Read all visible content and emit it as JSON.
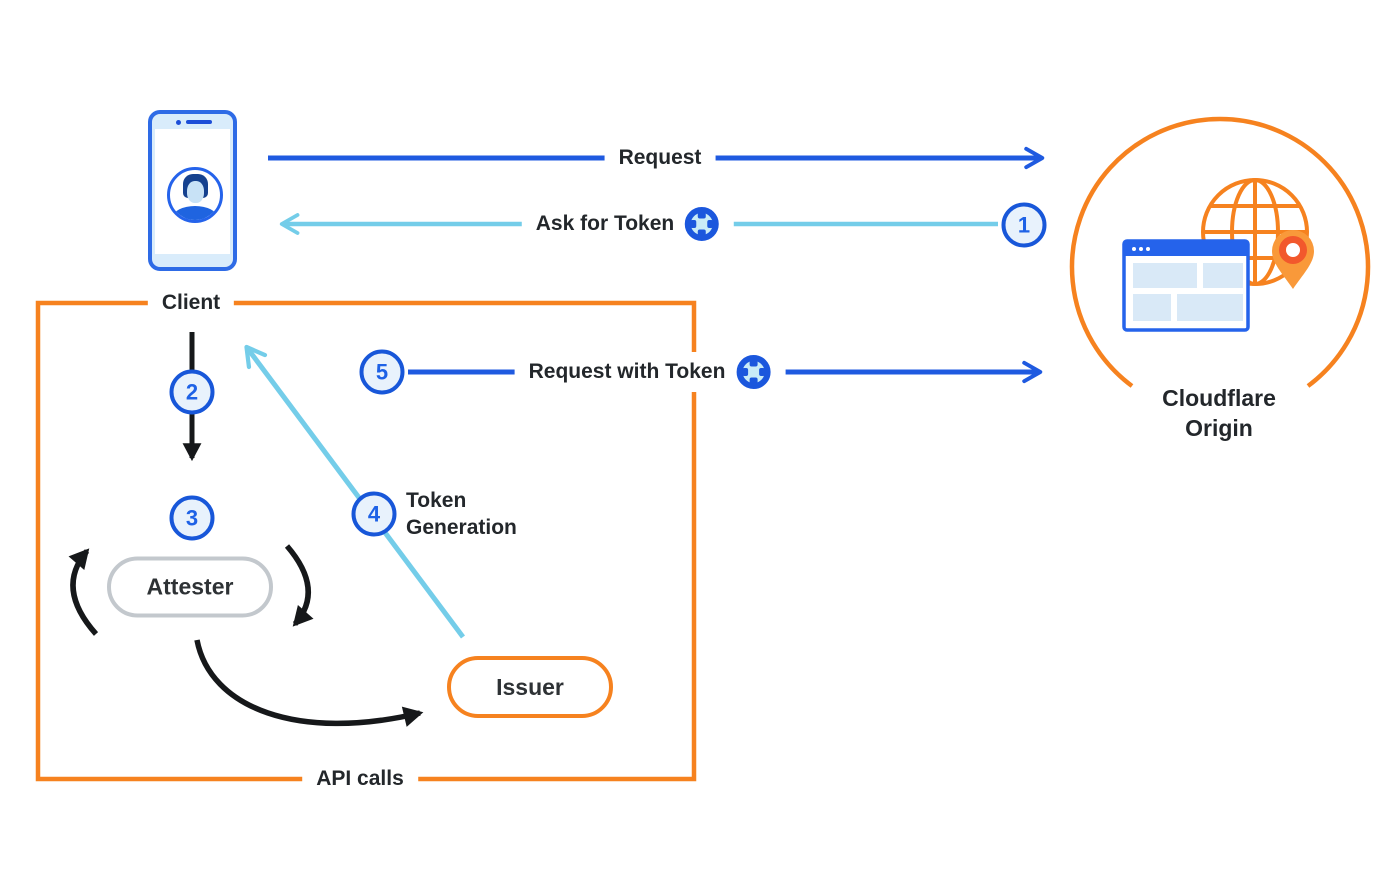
{
  "nodes": {
    "client": {
      "label": "Client"
    },
    "cloudflare_origin": {
      "line1": "Cloudflare",
      "line2": "Origin"
    },
    "attester": {
      "label": "Attester"
    },
    "issuer": {
      "label": "Issuer"
    }
  },
  "flows": {
    "request": {
      "label": "Request"
    },
    "ask_for_token": {
      "label": "Ask for Token",
      "step": "1"
    },
    "client_to_attester": {
      "step": "2"
    },
    "attestation": {
      "step": "3"
    },
    "token_generation": {
      "step": "4",
      "line1": "Token",
      "line2": "Generation"
    },
    "request_with_token": {
      "label": "Request with Token",
      "step": "5"
    },
    "api_calls": {
      "label": "API calls"
    }
  },
  "icons": [
    "smartphone-icon",
    "user-avatar-icon",
    "token-icon",
    "globe-icon",
    "browser-window-icon",
    "location-pin-icon"
  ],
  "colors": {
    "blue": "#1f5ae0",
    "cyan": "#74cde9",
    "orange": "#f6821f",
    "black": "#16181a",
    "badge_border": "#1857d9",
    "badge_fill": "#e8f2fc",
    "attester_border": "#c3c8cd",
    "pin_body": "#f9993a",
    "pin_ring": "#f2582c",
    "browser_blue": "#2563eb",
    "light_blue_fill": "#d9e9f7"
  }
}
